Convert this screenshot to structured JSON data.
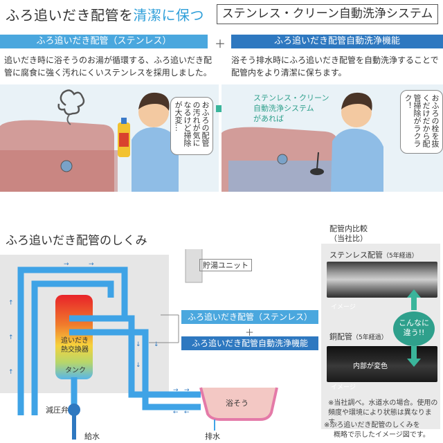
{
  "header": {
    "title_prefix": "ふろ追いだき配管を",
    "title_highlight": "清潔に保つ",
    "title_box": "ステンレス・クリーン自動洗浄システム"
  },
  "features": {
    "left_label": "ふろ追いだき配管（ステンレス）",
    "plus": "＋",
    "right_label": "ふろ追いだき配管自動洗浄機能",
    "left_desc": "追いだき時に浴そうのお湯が循環する、ふろ追いだき配管に腐食に強く汚れにくいステンレスを採用しました。",
    "right_desc": "浴そう排水時にふろ追いだき配管を自動洗浄することで配管内をより清潔に保ちます。"
  },
  "illustration": {
    "left_bubble": "おふろの配管の汚れが気になるけど掃除が大変…",
    "arrow_text_1": "ステンレス・クリーン",
    "arrow_text_2": "自動洗浄システム",
    "arrow_text_3": "があれば",
    "right_bubble": "おふろの栓を抜くだけだから配管掃除がラクラク！"
  },
  "diagram": {
    "section_title": "ふろ追いだき配管のしくみ",
    "storage_unit": "貯湯ユニット",
    "heat_exchanger_1": "追いだき",
    "heat_exchanger_2": "熱交換器",
    "tank": "タンク",
    "pressure_valve": "減圧弁",
    "water_supply": "給水",
    "bathtub": "浴そう",
    "drain": "排水",
    "pipe_label": "ふろ追いだき配管（ステンレス）",
    "plus": "＋",
    "wash_label": "ふろ追いだき配管自動洗浄機能"
  },
  "comparison": {
    "title_1": "配管内比較",
    "title_2": "（当社比）",
    "stainless_label": "ステンレス配管",
    "stainless_years": "（5年経過）",
    "stainless_image": "イメージ",
    "copper_label": "銅配管",
    "copper_years": "（5年経過）",
    "copper_discolor": "内部が変色",
    "copper_image": "イメージ",
    "badge_1": "こんなに",
    "badge_2": "違う!!",
    "note_1": "※当社調べ。水道水の場合。使用の",
    "note_2": "頻度や環境により状態は異なります。"
  },
  "footer": {
    "note_1": "※ふろ追いだき配管のしくみを",
    "note_2": "概略で示したイメージ図です。"
  },
  "colors": {
    "accent": "#2f9fd9",
    "dark_blue": "#2e78c0",
    "pipe": "#3fa3e6",
    "arrow_green": "#3ab59b"
  }
}
